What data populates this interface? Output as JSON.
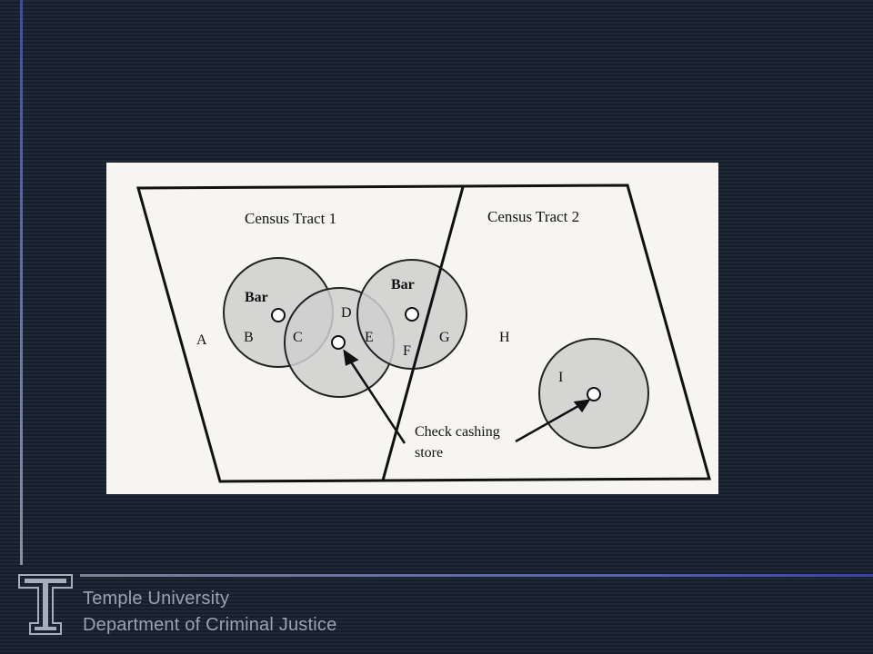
{
  "slide": {
    "footer": {
      "line1": "Temple University",
      "line2": "Department of Criminal Justice"
    }
  },
  "figure": {
    "tract_labels": [
      "Census Tract 1",
      "Census Tract 2"
    ],
    "bar_labels": [
      "Bar",
      "Bar"
    ],
    "area_labels": [
      "A",
      "B",
      "C",
      "D",
      "E",
      "F",
      "G",
      "H",
      "I"
    ],
    "annotation": {
      "line1": "Check cashing",
      "line2": "store"
    }
  },
  "colors": {
    "background": "#1b2533",
    "accent_line": "#3f4aa8",
    "footer_text": "#9aa2b4",
    "buffer_fill": "#cfcfcf"
  }
}
